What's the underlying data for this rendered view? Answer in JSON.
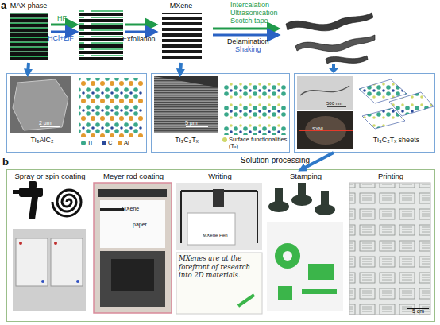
{
  "diagram": {
    "nodes": [
      {
        "text": [
          "MAX phase"
        ]
      },
      {
        "text": [
          "MXene"
        ]
      },
      {
        "text": [
          "2 μm",
          "Ti₃AlC₂"
        ]
      },
      {
        "text": [
          "5 μm",
          "Ti₃C₂Tₓ"
        ]
      },
      {
        "text": [
          "500 nm",
          "SYNL",
          "Ti₃C₂Tₓ sheets"
        ]
      },
      {
        "text": [
          "b"
        ]
      },
      {
        "text": [
          "Spray or spin coating"
        ],
        "in": 5
      },
      {
        "text": [
          "Meyer rod coating",
          "MXene",
          "paper"
        ],
        "in": 5
      },
      {
        "text": [
          "Writing",
          "MXene Pen",
          "MXenes are at the forefront of research into 2D materials."
        ],
        "in": 5
      },
      {
        "text": [
          "Stamping"
        ],
        "in": 5
      },
      {
        "text": [
          "Printing",
          "5 cm"
        ],
        "in": 5
      }
    ],
    "edges": [
      {
        "from": 0,
        "to": 2,
        "arrow": "to"
      },
      {
        "from": 1,
        "to": 3,
        "arrow": "to"
      },
      {
        "from": 4,
        "to": 5,
        "label": "Solution processing",
        "arrow": "to"
      }
    ],
    "labels": [
      "a",
      "HF",
      "HCl+LiF",
      "Exfoliation",
      "Intercalation",
      "Ultrasonication",
      "Scotch tape",
      "Delamination",
      "Shaking"
    ],
    "legend": [
      {
        "text": "Ti",
        "color": "#3aa88a"
      },
      {
        "text": "C",
        "color": "#2a4a9a"
      },
      {
        "text": "Al",
        "color": "#e39a2f"
      },
      {
        "text": "Surface functionalities (Tₓ)",
        "color": "#cfd86a"
      }
    ]
  }
}
